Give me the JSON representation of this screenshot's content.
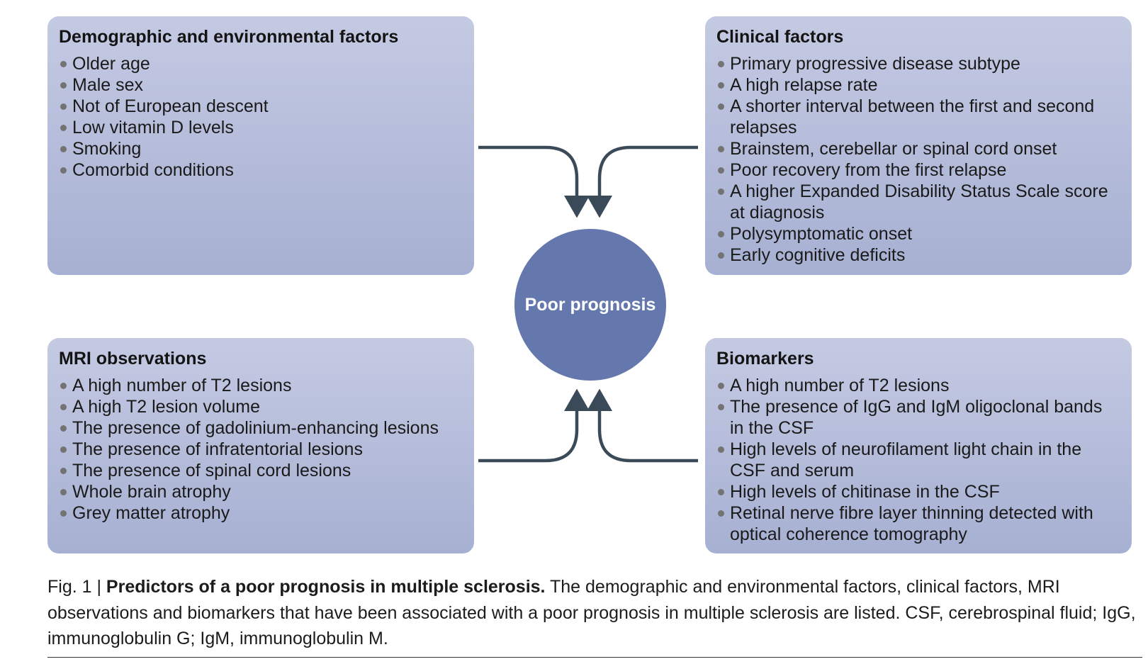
{
  "hub": {
    "label": "Poor prognosis"
  },
  "boxes": {
    "demographic": {
      "title": "Demographic and environmental factors",
      "items": [
        "Older age",
        "Male sex",
        "Not of European descent",
        "Low vitamin D levels",
        "Smoking",
        "Comorbid conditions"
      ]
    },
    "clinical": {
      "title": "Clinical factors",
      "items": [
        "Primary progressive disease subtype",
        "A high relapse rate",
        "A shorter interval between the first and second relapses",
        "Brainstem, cerebellar or spinal cord onset",
        "Poor recovery from the first relapse",
        "A higher Expanded Disability Status Scale score at diagnosis",
        "Polysymptomatic onset",
        "Early cognitive deficits"
      ]
    },
    "mri": {
      "title": "MRI observations",
      "items": [
        "A high number of T2 lesions",
        "A high T2 lesion volume",
        "The presence of gadolinium-enhancing lesions",
        "The presence of infratentorial lesions",
        "The presence of spinal cord lesions",
        "Whole brain atrophy",
        "Grey matter atrophy"
      ]
    },
    "biomarkers": {
      "title": "Biomarkers",
      "items": [
        "A high number of T2 lesions",
        "The presence of IgG and IgM oligoclonal bands in the CSF",
        "High levels of neurofilament light chain in the CSF and serum",
        "High levels of chitinase in the CSF",
        "Retinal nerve fibre layer thinning detected with optical coherence tomography"
      ]
    }
  },
  "caption": {
    "label": "Fig. 1 | ",
    "title": "Predictors of a poor prognosis in multiple sclerosis.",
    "text": " The demographic and environmental factors, clinical factors, MRI observations and biomarkers that have been associated with a poor prognosis in multiple sclerosis are listed. CSF, cerebrospinal fluid; IgG, immunoglobulin G; IgM, immunoglobulin M."
  },
  "colors": {
    "box_top": "#c5cae3",
    "box_bottom": "#a6b0d2",
    "hub": "#6478ad",
    "arrow": "#3a4a58"
  }
}
